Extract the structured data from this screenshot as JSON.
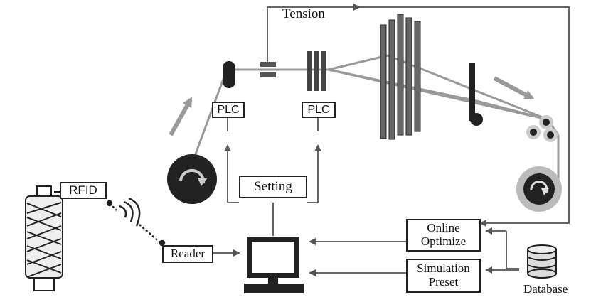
{
  "labels": {
    "tension": "Tension",
    "plc_left": "PLC",
    "plc_right": "PLC",
    "setting": "Setting",
    "rfid": "RFID",
    "reader": "Reader",
    "online_optimize_line1": "Online",
    "online_optimize_line2": "Optimize",
    "simulation_preset_line1": "Simulation",
    "simulation_preset_line2": "Preset",
    "database": "Database"
  }
}
